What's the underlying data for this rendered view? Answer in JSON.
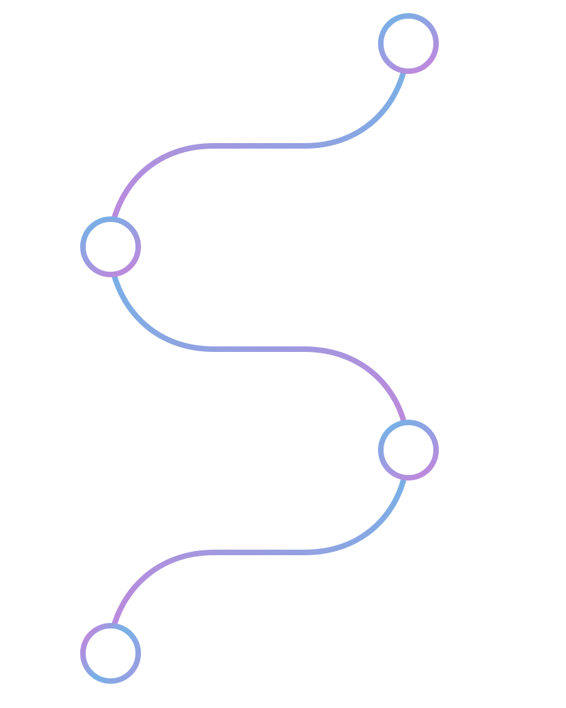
{
  "diagram": {
    "type": "timeline-path",
    "node_count": 4,
    "nodes": [
      {
        "id": "node-1",
        "label": ""
      },
      {
        "id": "node-2",
        "label": ""
      },
      {
        "id": "node-3",
        "label": ""
      },
      {
        "id": "node-4",
        "label": ""
      }
    ],
    "colors": {
      "background": "#ffffff",
      "gradient_blue": "#76b1e6",
      "gradient_mid": "#9a9de0",
      "gradient_purple": "#bf87dc",
      "node_fill": "#ffffff"
    }
  }
}
